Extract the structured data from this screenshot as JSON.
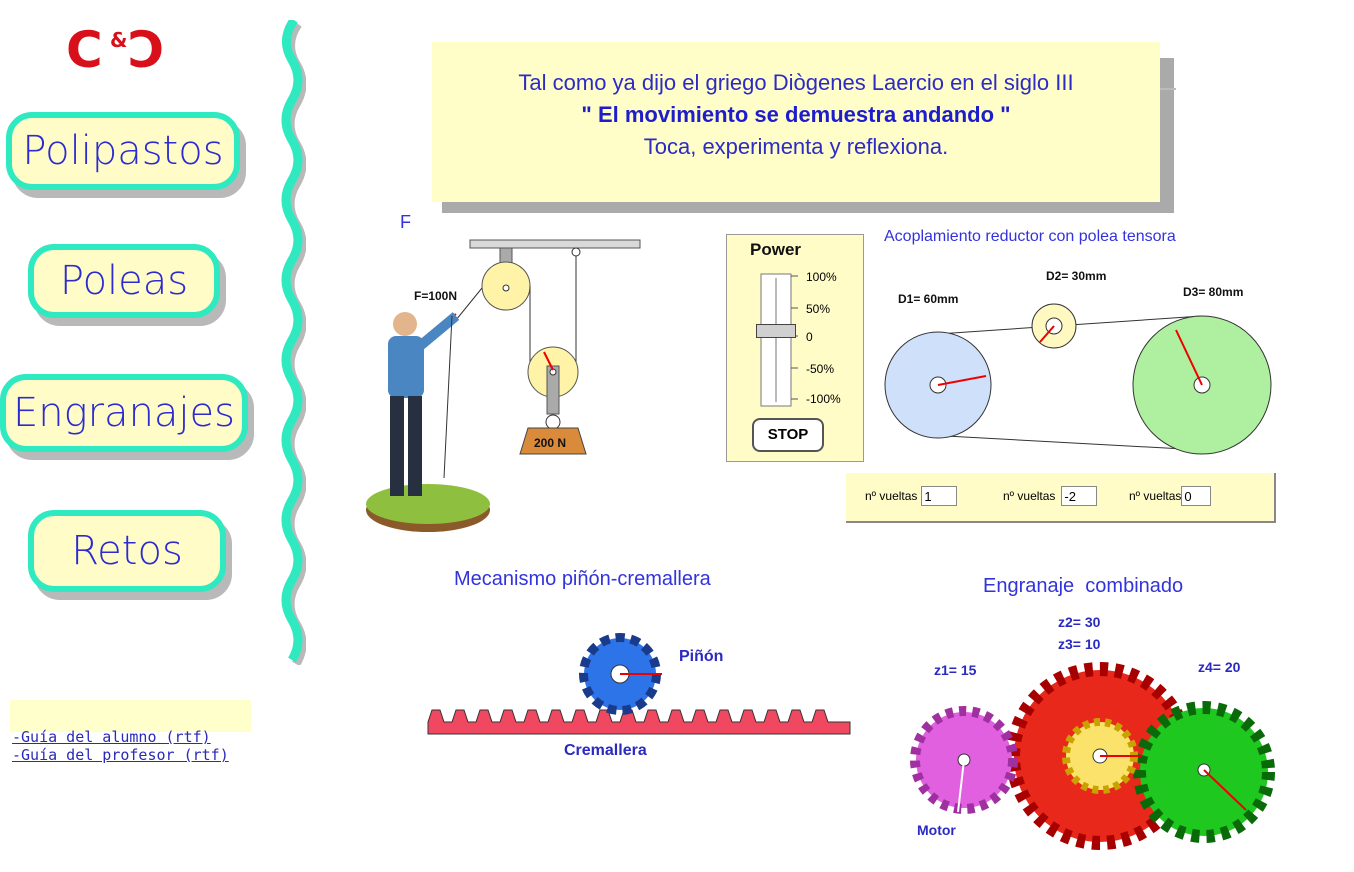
{
  "logo": {
    "left": "C",
    "amp": "&",
    "right": "Ɔ"
  },
  "nav": [
    {
      "label": "Polipastos"
    },
    {
      "label": "Poleas"
    },
    {
      "label": "Engranajes"
    },
    {
      "label": "Retos"
    }
  ],
  "guides": [
    {
      "label": "-Guía del alumno (rtf) "
    },
    {
      "label": "-Guía del profesor (rtf)"
    }
  ],
  "quote": {
    "line1": "Tal como ya dijo el griego Diògenes Laercio en el siglo III",
    "line2": "\" El movimiento se demuestra andando \"",
    "line3": "Toca, experimenta y reflexiona."
  },
  "polipasto": {
    "partial_title": "F",
    "force": "F=100N",
    "weight": "200 N"
  },
  "power": {
    "title": "Power",
    "ticks": [
      "100%",
      "50%",
      "0",
      "-50%",
      "-100%"
    ],
    "stop": "STOP",
    "slider_level": 0
  },
  "acoplamiento": {
    "title": "Acoplamiento reductor con polea tensora",
    "d1": "D1= 60mm",
    "d2": "D2= 30mm",
    "d3": "D3= 80mm",
    "vueltas": [
      {
        "label": "nº vueltas",
        "value": "1"
      },
      {
        "label": "nº vueltas",
        "value": "-2"
      },
      {
        "label": "nº vueltas",
        "value": "0"
      }
    ]
  },
  "pinon": {
    "title": "Mecanismo piñón-cremallera",
    "pinon_label": "Piñón",
    "cremallera_label": "Cremallera"
  },
  "combinado": {
    "title": "Engranaje  combinado",
    "z2": "z2= 30",
    "z3": "z3= 10",
    "z1": "z1= 15",
    "z4": "z4= 20",
    "motor": "Motor"
  },
  "colors": {
    "accent": "#2fe9c0",
    "panel": "#fffcc8",
    "text_blue": "#2a2ac0",
    "logo_red": "#d8101a"
  }
}
